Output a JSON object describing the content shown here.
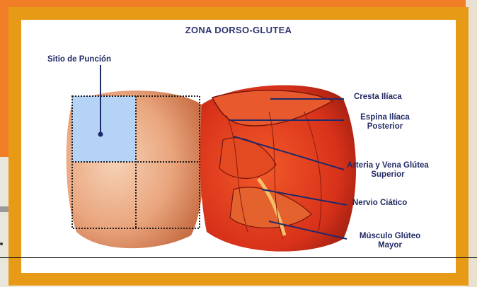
{
  "diagram": {
    "title": "ZONA DORSO-GLUTEA",
    "labels": {
      "puncture_site": "Sitio de Punción",
      "iliac_crest": "Cresta Ilíaca",
      "posterior_iliac_spine": "Espina Ilíaca Posterior",
      "artery_vein": "Arteria y Vena Glútea Superior",
      "sciatic_nerve": "Nervio Ciático",
      "gluteus_maximus": "Músculo Glúteo Mayor"
    }
  },
  "colors": {
    "slide_orange": "#f07e26",
    "frame": "#e79a15",
    "label_text": "#222b66",
    "quadrant_highlight": "#b4d3f5"
  }
}
